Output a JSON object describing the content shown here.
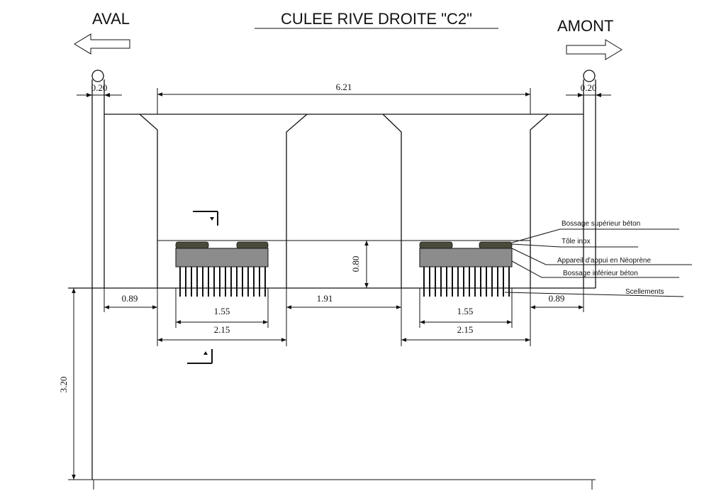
{
  "drawing": {
    "title": "CULEE  RIVE DROITE  \"C2\"",
    "left_direction": "AVAL",
    "right_direction": "AMONT"
  },
  "dimensions": {
    "overall_width": "6.21",
    "left_post_width": "0.20",
    "right_post_width": "0.20",
    "left_overhang": "0.89",
    "right_overhang": "0.89",
    "central_gap": "1.91",
    "left_bearing_width": "1.55",
    "right_bearing_width": "1.55",
    "left_beam_width": "2.15",
    "right_beam_width": "2.15",
    "bearing_height": "0.80",
    "abutment_height": "3.20"
  },
  "annotations": [
    "Bossage supérieur béton",
    "Tôle inox",
    "Appareil d'appui en Néoprène",
    "Bossage inférieur béton",
    "Scellements"
  ],
  "colors": {
    "line": "#111111",
    "bossage_fill": "#8c8c8c",
    "plate_fill": "#4a4a3a"
  }
}
